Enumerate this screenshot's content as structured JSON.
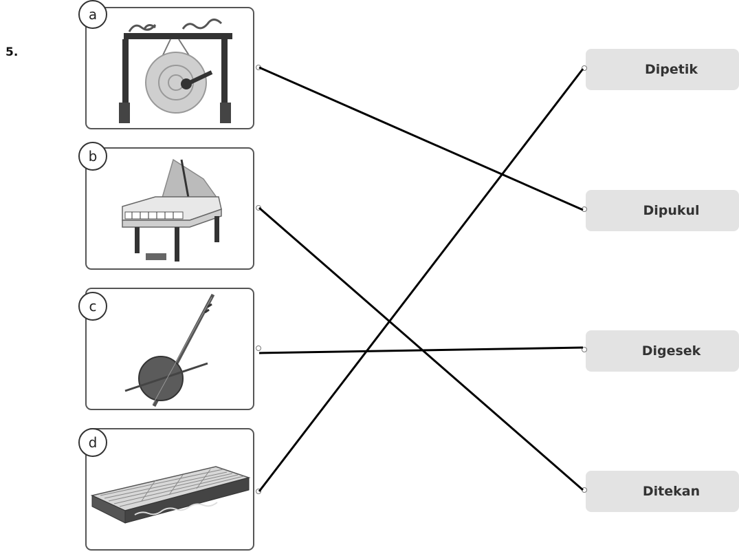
{
  "question": {
    "number": "5."
  },
  "items": [
    {
      "letter": "a",
      "icon": "gong-icon"
    },
    {
      "letter": "b",
      "icon": "grand-piano-icon"
    },
    {
      "letter": "c",
      "icon": "bowed-lute-icon"
    },
    {
      "letter": "d",
      "icon": "zither-icon"
    }
  ],
  "answers": [
    {
      "label": "Dipetik"
    },
    {
      "label": "Dipukul"
    },
    {
      "label": "Digesek"
    },
    {
      "label": "Ditekan"
    }
  ],
  "matches": [
    {
      "item": "a",
      "answer": "Dipukul"
    },
    {
      "item": "b",
      "answer": "Ditekan"
    },
    {
      "item": "c",
      "answer": "Digesek"
    },
    {
      "item": "d",
      "answer": "Dipetik"
    }
  ],
  "colors": {
    "line": "#000000",
    "pill": "#e3e3e3",
    "border": "#555555"
  }
}
